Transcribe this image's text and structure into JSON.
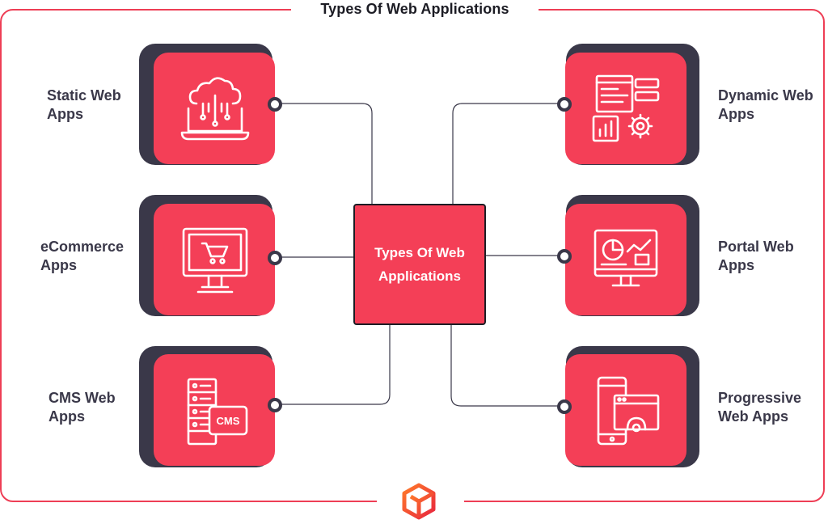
{
  "title": "Types Of Web Applications",
  "center": {
    "label": "Types Of Web Applications"
  },
  "nodes": [
    {
      "id": "static",
      "side": "left",
      "label": "Static Web Apps",
      "icon": "cloud-laptop-icon"
    },
    {
      "id": "ecommerce",
      "side": "left",
      "label": "eCommerce Apps",
      "icon": "shopping-cart-monitor-icon"
    },
    {
      "id": "cms",
      "side": "left",
      "label": "CMS Web Apps",
      "icon": "cms-server-icon"
    },
    {
      "id": "dynamic",
      "side": "right",
      "label": "Dynamic Web Apps",
      "icon": "dashboard-gear-icon"
    },
    {
      "id": "portal",
      "side": "right",
      "label": "Portal Web Apps",
      "icon": "analytics-monitor-icon"
    },
    {
      "id": "progressive",
      "side": "right",
      "label": "Progressive Web Apps",
      "icon": "mobile-browser-gear-icon"
    }
  ],
  "colors": {
    "accent": "#f43f57",
    "border": "#ee3e55",
    "dark": "#3a3849",
    "white": "#ffffff"
  },
  "logo": {
    "icon": "cube-logo-icon"
  }
}
